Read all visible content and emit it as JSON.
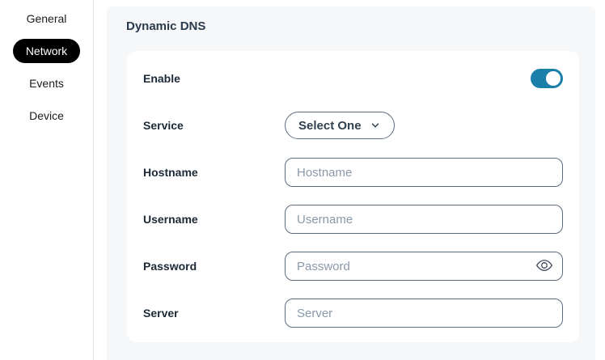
{
  "sidebar": {
    "items": [
      {
        "label": "General",
        "active": false
      },
      {
        "label": "Network",
        "active": true
      },
      {
        "label": "Events",
        "active": false
      },
      {
        "label": "Device",
        "active": false
      }
    ]
  },
  "page": {
    "title": "Dynamic DNS"
  },
  "form": {
    "enable": {
      "label": "Enable",
      "state": "on"
    },
    "service": {
      "label": "Service",
      "value": "Select One"
    },
    "hostname": {
      "label": "Hostname",
      "placeholder": "Hostname",
      "value": ""
    },
    "username": {
      "label": "Username",
      "placeholder": "Username",
      "value": ""
    },
    "password": {
      "label": "Password",
      "placeholder": "Password",
      "value": ""
    },
    "server": {
      "label": "Server",
      "placeholder": "Server",
      "value": ""
    }
  },
  "icons": {
    "chevron_down": "chevron-down-icon",
    "eye": "eye-icon"
  },
  "colors": {
    "toggle_on": "#1b80a9",
    "active_nav_bg": "#000000",
    "active_nav_text": "#ffffff",
    "input_border": "#5d6b7c",
    "panel_bg": "#f5f7f9",
    "heading_text": "#2b3b4c"
  }
}
